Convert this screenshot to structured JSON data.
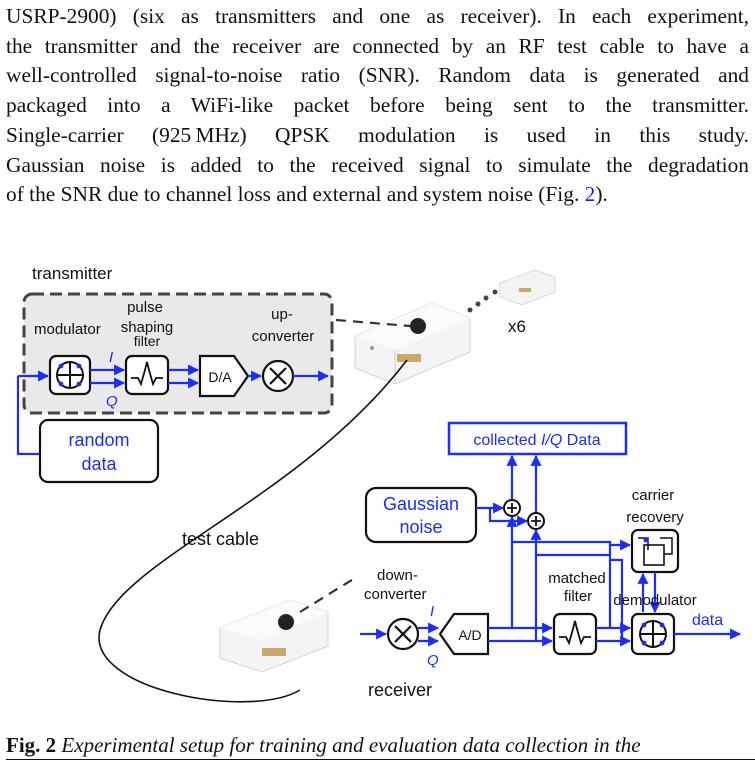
{
  "body_text": {
    "lines": [
      "USRP-2900) (six as transmitters and one as receiver). In each experiment,",
      "the transmitter and the receiver are connected by an RF test cable to have a",
      "well-controlled signal-to-noise ratio (SNR). Random data is generated and",
      "packaged into a WiFi-like packet before being sent to the transmitter.",
      "Single-carrier (925 MHz) QPSK modulation is used in this study.",
      "Gaussian noise is added to the received signal to simulate the degradation"
    ],
    "last_line_before": "of the SNR due to channel loss and external and system noise (Fig. ",
    "last_line_ref": "2",
    "last_line_after": ")."
  },
  "figure": {
    "transmitter_title": "transmitter",
    "modulator": "modulator",
    "pulse_shaping_filter": [
      "pulse",
      "shaping",
      "filter"
    ],
    "up_converter": [
      "up-",
      "converter"
    ],
    "x6": "x6",
    "i_label": "I",
    "q_label": "Q",
    "da": "D/A",
    "ad": "A/D",
    "random_data": [
      "random",
      "data"
    ],
    "collected_iq_prefix": "collected ",
    "collected_iq_italic": "I/Q",
    "collected_iq_suffix": " Data",
    "gaussian_noise": [
      "Gaussian",
      "noise"
    ],
    "carrier_recovery": [
      "carrier",
      "recovery"
    ],
    "test_cable": "test cable",
    "down_converter": [
      "down-",
      "converter"
    ],
    "matched_filter": [
      "matched",
      "filter"
    ],
    "demodulator": "demodulator",
    "data_out": "data",
    "receiver_title": "receiver",
    "colors": {
      "accent_blue": "#1a2cff",
      "panel_gray": "#e9e9e9"
    }
  },
  "caption": {
    "label": "Fig. 2",
    "text": " Experimental setup for training and evaluation data collection in the"
  }
}
